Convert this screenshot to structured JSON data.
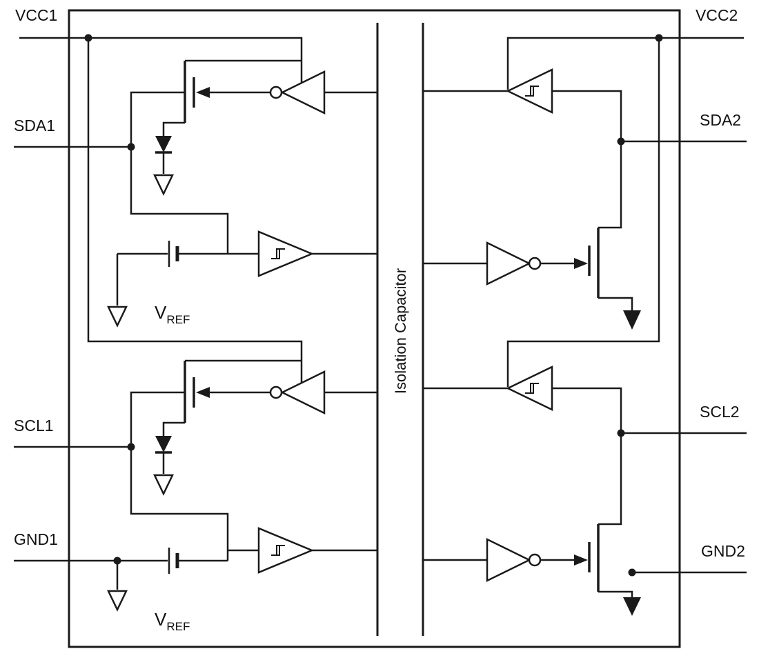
{
  "diagram": {
    "barrier_label": "Isolation Capacitor",
    "pins": {
      "vcc1": "VCC1",
      "sda1": "SDA1",
      "scl1": "SCL1",
      "gnd1": "GND1",
      "vcc2": "VCC2",
      "sda2": "SDA2",
      "scl2": "SCL2",
      "gnd2": "GND2"
    },
    "vref_label": {
      "main": "V",
      "sub": "REF"
    },
    "colors": {
      "line": "#1a1a1a",
      "background": "#ffffff"
    }
  }
}
